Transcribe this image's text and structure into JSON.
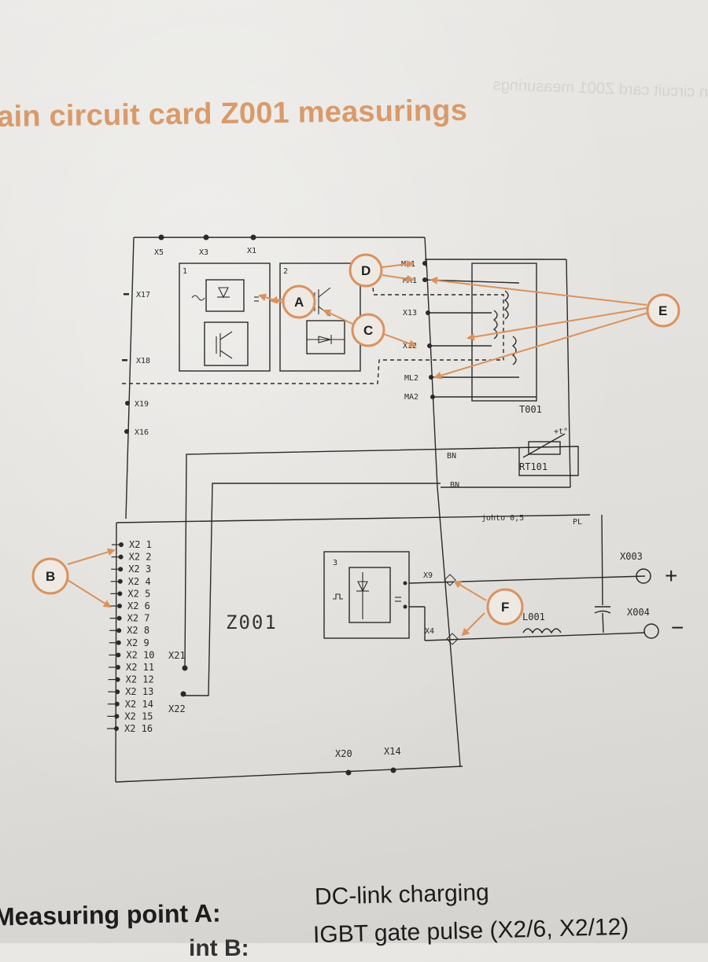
{
  "header": {
    "title": "ain circuit card Z001 measurings",
    "bleed_text": "n circuit card Z001 measurings"
  },
  "board": {
    "name": "Z001",
    "transformer": "T001",
    "rt": "RT101",
    "wire_note": "johto 0,5",
    "pl": "PL",
    "bn1": "BN",
    "bn2": "BN",
    "choke": "L001"
  },
  "top_terminals": [
    "X5",
    "X3",
    "X1"
  ],
  "left_terminals": [
    "X17",
    "X18",
    "X19",
    "X16"
  ],
  "x2_pins": [
    "X2 1",
    "X2 2",
    "X2 3",
    "X2 4",
    "X2 5",
    "X2 6",
    "X2 7",
    "X2 8",
    "X2 9",
    "X2 10",
    "X2 11",
    "X2 12",
    "X2 13",
    "X2 14",
    "X2 15",
    "X2 16"
  ],
  "connector_labels": {
    "x21": "X21",
    "x22": "X22",
    "x20": "X20",
    "x14": "X14",
    "x9": "X9",
    "x4": "X4",
    "x13": "X13",
    "x12": "X12",
    "ml1": "ML1",
    "ma1": "MA1",
    "ml2": "ML2",
    "ma2": "MA2"
  },
  "block_numbers": [
    "1",
    "2",
    "3"
  ],
  "outputs": [
    {
      "name": "X003",
      "sign": "+"
    },
    {
      "name": "X004",
      "sign": "−"
    }
  ],
  "callouts": [
    "A",
    "B",
    "C",
    "D",
    "E",
    "F"
  ],
  "footer": {
    "label": "Measuring point A:",
    "desc1": "DC-link charging",
    "desc2": "IGBT gate pulse (X2/6, X2/12)",
    "label2_partial": "int B:"
  },
  "colors": {
    "accent": "#d9925e",
    "ink": "#2a2a2a",
    "paper": "#e6e4e0"
  }
}
